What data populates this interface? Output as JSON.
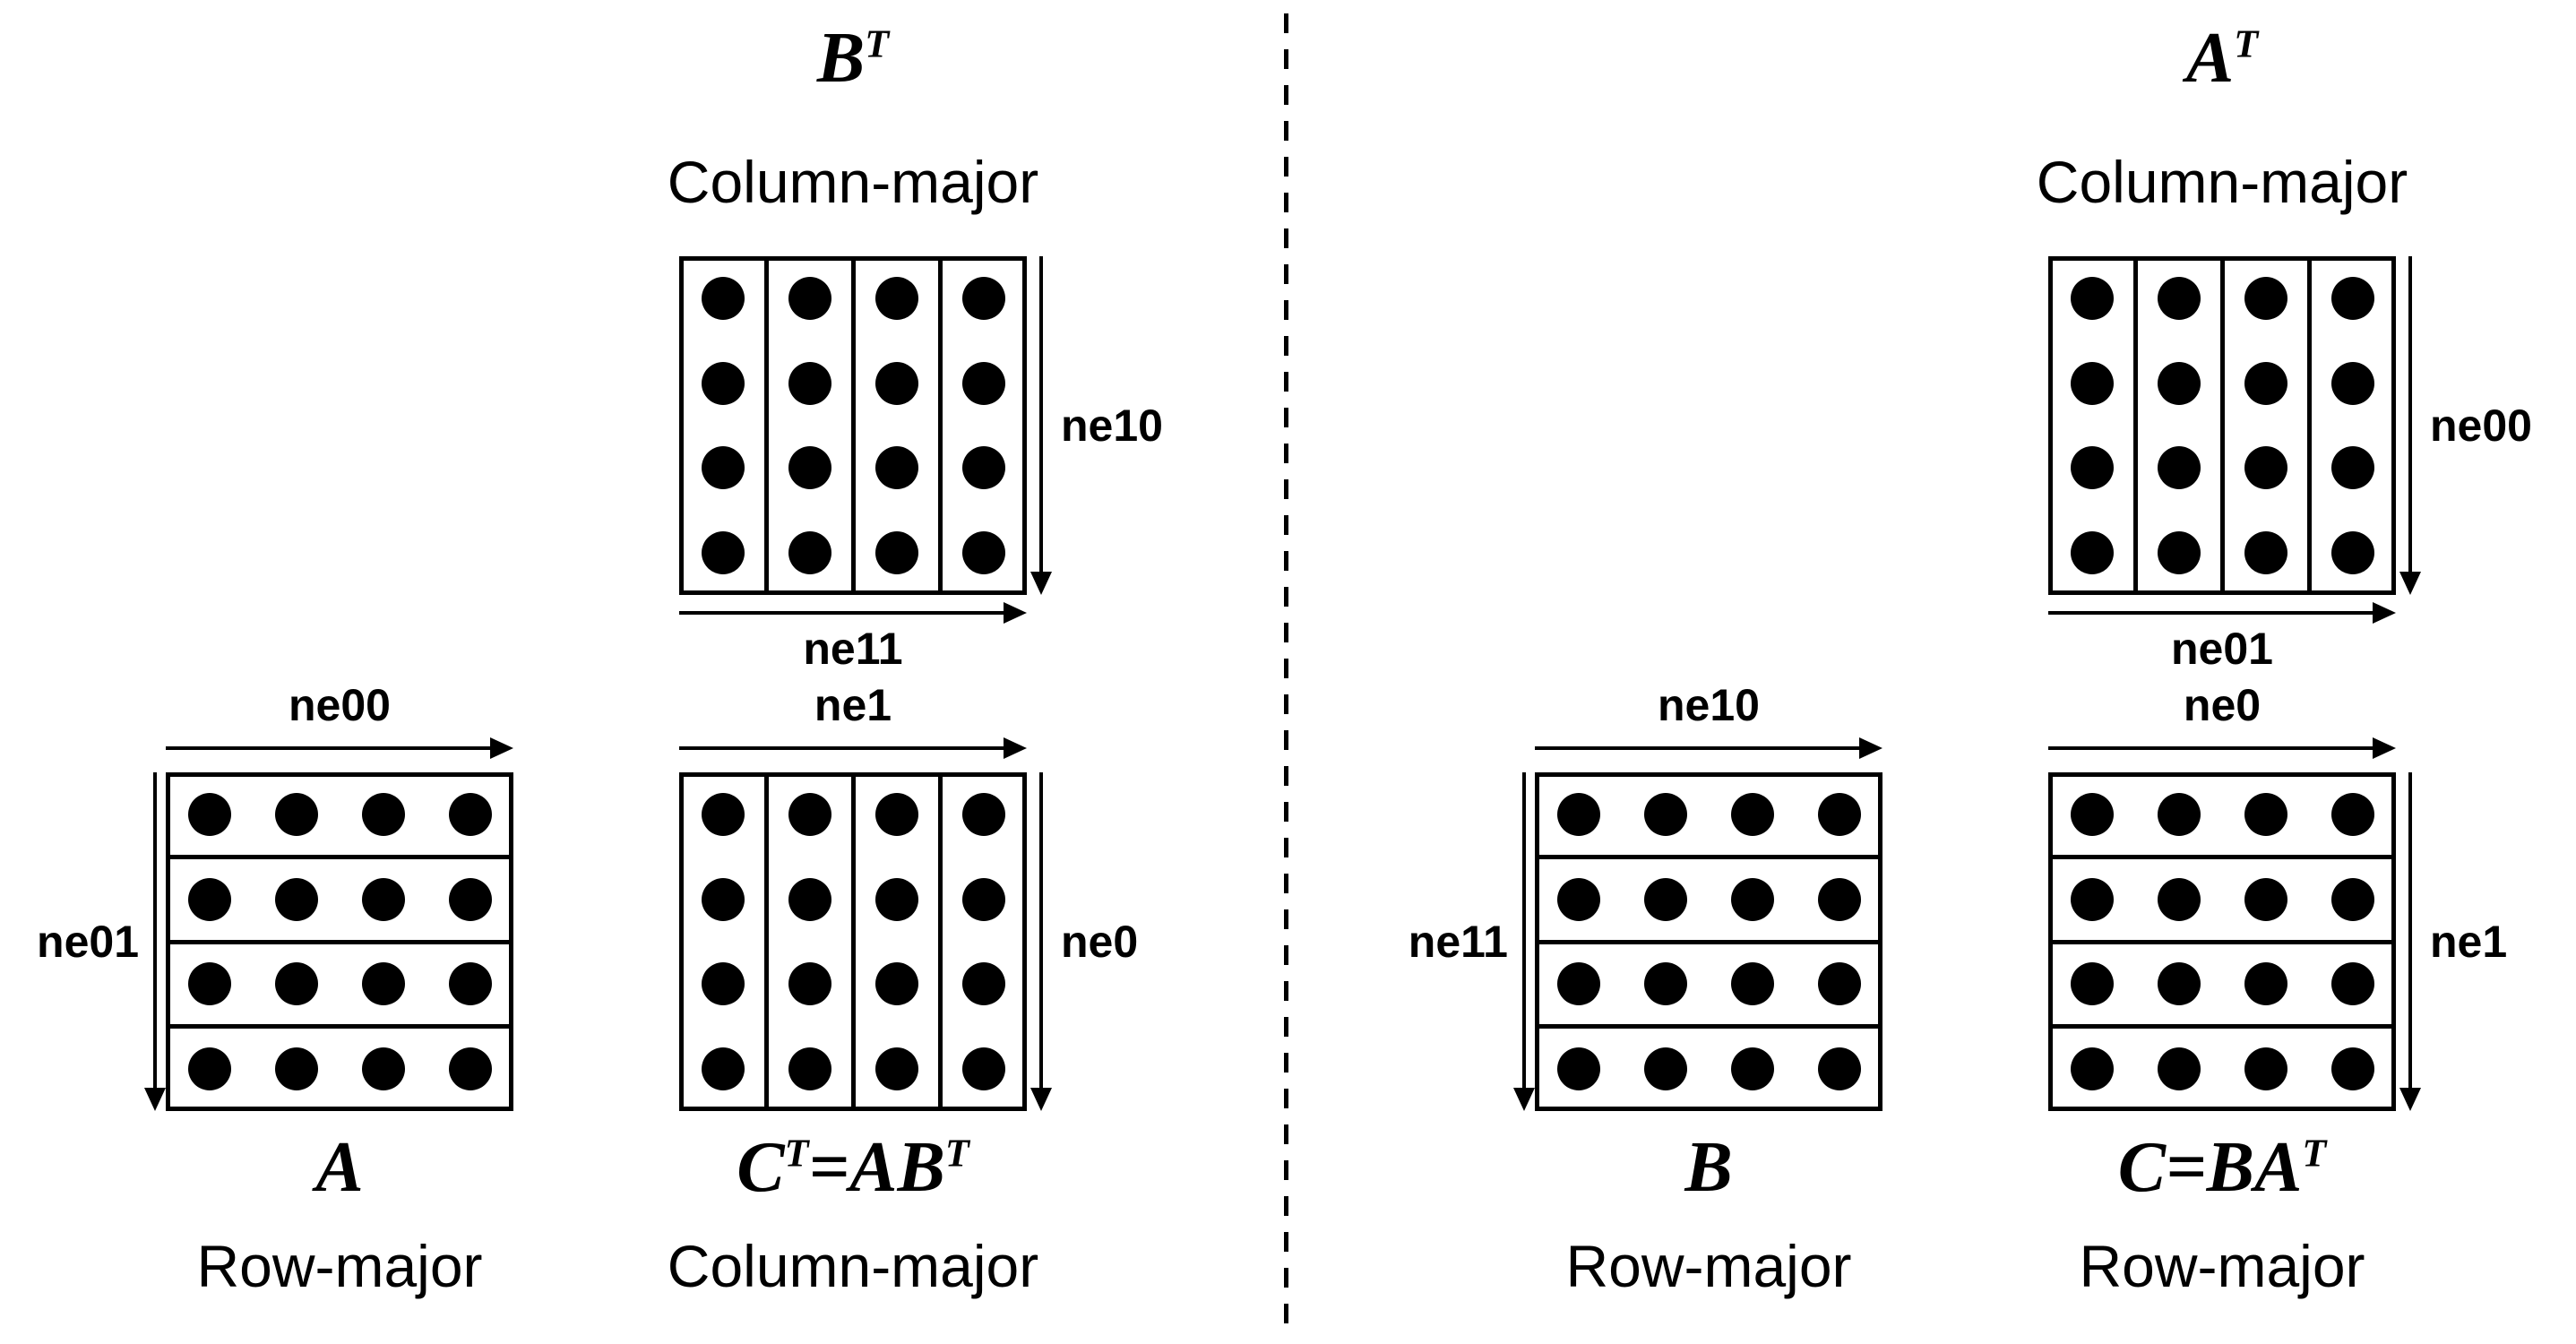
{
  "figure": {
    "description": "Matrix multiplication memory layout diagram with two halves separated by a dashed divider",
    "colors": {
      "ink": "#000000",
      "background": "#ffffff"
    }
  },
  "divider": {
    "orientation": "vertical",
    "style": "dashed"
  },
  "matrices": [
    {
      "id": "bt",
      "title_segments": [
        {
          "text": "B"
        },
        {
          "text": "T",
          "sup": true
        }
      ],
      "subtitle": "Column-major",
      "label_position": "top",
      "orientation": "column-major",
      "rows": 4,
      "cols": 4,
      "arrows": [
        {
          "side": "right",
          "label": "ne10",
          "direction": "down"
        },
        {
          "side": "bottom",
          "label": "ne11",
          "direction": "right"
        }
      ]
    },
    {
      "id": "a",
      "title_segments": [
        {
          "text": "A"
        }
      ],
      "subtitle": "Row-major",
      "label_position": "bottom",
      "orientation": "row-major",
      "rows": 4,
      "cols": 4,
      "arrows": [
        {
          "side": "top",
          "label": "ne00",
          "direction": "right"
        },
        {
          "side": "left",
          "label": "ne01",
          "direction": "down"
        }
      ]
    },
    {
      "id": "ct",
      "title_segments": [
        {
          "text": "C"
        },
        {
          "text": "T",
          "sup": true
        },
        {
          "text": "=AB"
        },
        {
          "text": "T",
          "sup": true
        }
      ],
      "subtitle": "Column-major",
      "label_position": "bottom",
      "orientation": "column-major",
      "rows": 4,
      "cols": 4,
      "arrows": [
        {
          "side": "top",
          "label": "ne1",
          "direction": "right"
        },
        {
          "side": "right",
          "label": "ne0",
          "direction": "down"
        }
      ]
    },
    {
      "id": "at",
      "title_segments": [
        {
          "text": "A"
        },
        {
          "text": "T",
          "sup": true
        }
      ],
      "subtitle": "Column-major",
      "label_position": "top",
      "orientation": "column-major",
      "rows": 4,
      "cols": 4,
      "arrows": [
        {
          "side": "right",
          "label": "ne00",
          "direction": "down"
        },
        {
          "side": "bottom",
          "label": "ne01",
          "direction": "right"
        }
      ]
    },
    {
      "id": "b",
      "title_segments": [
        {
          "text": "B"
        }
      ],
      "subtitle": "Row-major",
      "label_position": "bottom",
      "orientation": "row-major",
      "rows": 4,
      "cols": 4,
      "arrows": [
        {
          "side": "top",
          "label": "ne10",
          "direction": "right"
        },
        {
          "side": "left",
          "label": "ne11",
          "direction": "down"
        }
      ]
    },
    {
      "id": "c",
      "title_segments": [
        {
          "text": "C=BA"
        },
        {
          "text": "T",
          "sup": true
        }
      ],
      "subtitle": "Row-major",
      "label_position": "bottom",
      "orientation": "row-major",
      "rows": 4,
      "cols": 4,
      "arrows": [
        {
          "side": "top",
          "label": "ne0",
          "direction": "right"
        },
        {
          "side": "right",
          "label": "ne1",
          "direction": "down"
        }
      ]
    }
  ]
}
